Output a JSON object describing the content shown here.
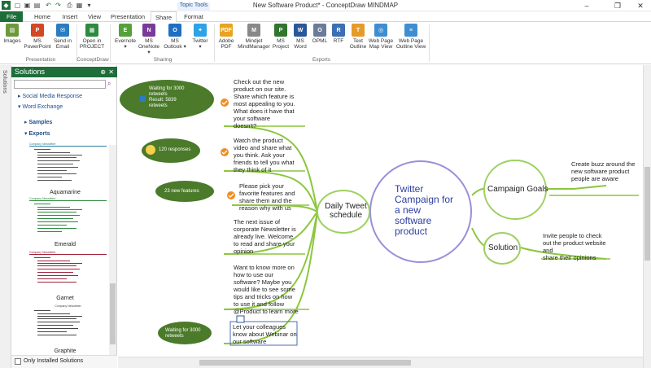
{
  "window": {
    "title": "New Software Product* - ConceptDraw MINDMAP",
    "contextual_tab": "Topic Tools"
  },
  "tabs": [
    "File",
    "Home",
    "Insert",
    "View",
    "Presentation",
    "Share",
    "Format"
  ],
  "ribbon": {
    "groups": {
      "presentation": "Presentation",
      "conceptdraw": "ConceptDraw",
      "sharing": "Sharing",
      "exports": "Exports"
    },
    "buttons": {
      "images": "Images",
      "ms_powerpoint": [
        "MS",
        "PowerPoint"
      ],
      "send_email": [
        "Send in",
        "Email"
      ],
      "open_project": [
        "Open in",
        "PROJECT"
      ],
      "evernote": [
        "Evernote",
        "▾"
      ],
      "ms_onenote": [
        "MS",
        "OneNote ▾"
      ],
      "ms_outlook": [
        "MS",
        "Outlook ▾"
      ],
      "twitter": [
        "Twitter",
        "▾"
      ],
      "adobe_pdf": [
        "Adobe",
        "PDF"
      ],
      "mindjet": [
        "Mindjet",
        "MindManager"
      ],
      "ms_project": [
        "MS",
        "Project"
      ],
      "ms_word": [
        "MS",
        "Word"
      ],
      "opml": "OPML",
      "rtf": "RTF",
      "text_outline": [
        "Text",
        "Outline"
      ],
      "web_map_view": [
        "Web Page",
        "Map View"
      ],
      "web_outline_view": [
        "Web Page",
        "Outline View"
      ]
    }
  },
  "sidebar": {
    "vertical_label": "Solutions"
  },
  "solutions_panel": {
    "title": "Solutions",
    "tree": {
      "social": "Social Media Response",
      "word_exchange": "Word Exchange",
      "samples": "Samples",
      "exports": "Exports"
    },
    "thumbnails": [
      "Aquamarine",
      "Emerald",
      "Garnet",
      "Graphite"
    ],
    "thumb_texts": {
      "t1": "Company Newsletter",
      "t2": "Company Newsletter",
      "t3": "Company Newsletter",
      "t4": "Company Newsletter"
    },
    "footer_checkbox": "Only Installed Solutions"
  },
  "mindmap": {
    "central": [
      "Twitter",
      "Campaign for",
      "a new",
      "software",
      "product"
    ],
    "daily_tweet": [
      "Daily Tweet",
      "schedule"
    ],
    "campaign_goals": "Campaign Goals",
    "solution": "Solution",
    "goal_text": [
      "Create buzz around the",
      "new software product",
      "people are aware"
    ],
    "solution_text": [
      "Invite people to check",
      "out the product website",
      "and",
      "share their opinions"
    ],
    "tweets": [
      [
        "Check out the new",
        "product on our site.",
        "Share which feature is",
        "most appealing to you.",
        "What does it have that",
        "your software",
        "doesn't?"
      ],
      [
        "Watch the product",
        "video and share what",
        "you think. Ask your",
        "friends to tell you what",
        "they think of it"
      ],
      [
        "Please pick your",
        "favorite features and",
        "share them and the",
        "reason why with us"
      ],
      [
        "The next issue of",
        "corporate Newsletter is",
        "already live. Welcome",
        "to read and share your",
        "opinion"
      ],
      [
        "Want to know more on",
        "how to use our",
        "software? Maybe you",
        "would like to see some",
        "tips and tricks on how",
        "to use it and follow",
        "@Product to learn more"
      ],
      [
        "Let your colleagues",
        "know about Webinar on",
        "our software"
      ]
    ],
    "clouds": [
      [
        "Waiting for 3000",
        "retweets",
        "Result: 5839",
        "retweets"
      ],
      [
        "120 responses"
      ],
      [
        "23 new features"
      ],
      [
        "Waiting for 3000",
        "retweets"
      ]
    ]
  },
  "colors": {
    "accent_green": "#1e6e3a",
    "branch_green": "#8cc63f",
    "cloud_green": "#4a7a2a",
    "node_green": "#9dd060",
    "central_border": "#9b8fd8"
  }
}
